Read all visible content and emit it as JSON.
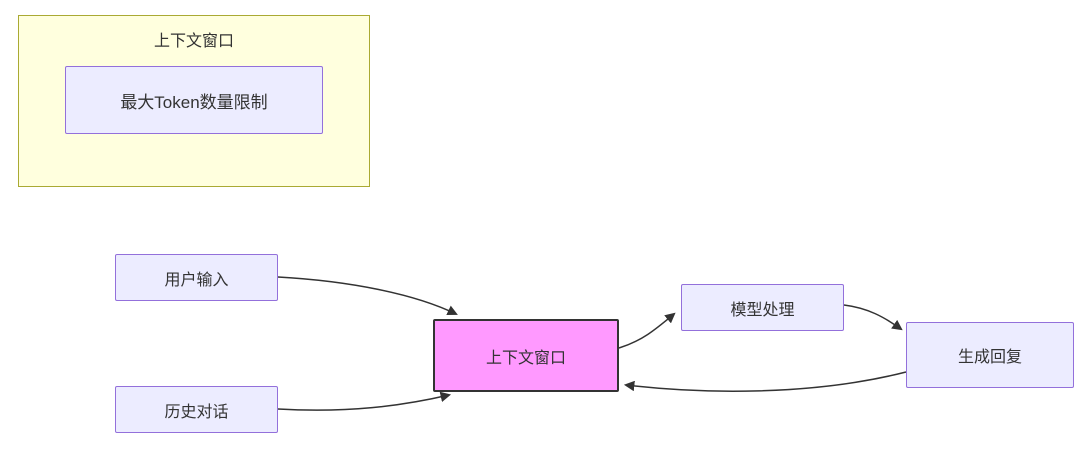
{
  "colors": {
    "subgraph_fill": "#ffffde",
    "subgraph_stroke": "#aaaa33",
    "node_fill": "#ECECFF",
    "node_stroke": "#9370DB",
    "highlight_fill": "#ff99ff",
    "highlight_stroke": "#333333",
    "edge_color": "#333333"
  },
  "diagram": {
    "cluster_title": "上下文窗口",
    "nodes": {
      "max_token_limit": "最大Token数量限制",
      "user_input": "用户输入",
      "history_dialogue": "历史对话",
      "context_window": "上下文窗口",
      "model_processing": "模型处理",
      "generate_reply": "生成回复"
    }
  }
}
